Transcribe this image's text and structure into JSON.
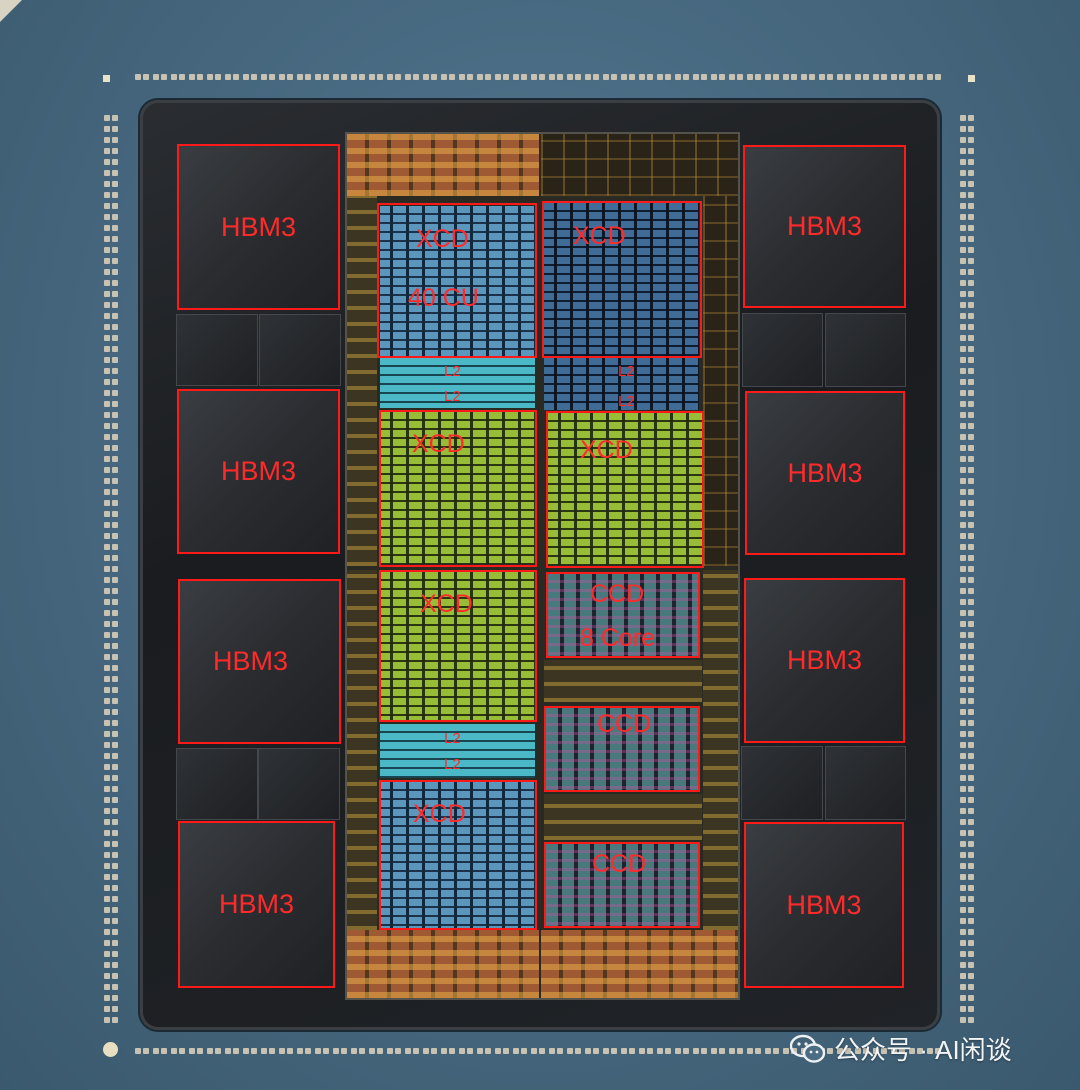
{
  "hbm_label": "HBM3",
  "xcd_label": "XCD",
  "cu_label": "40 CU",
  "l2_label": "L2",
  "ccd_label": "CCD",
  "core_label": "8 Core",
  "watermark": {
    "icon": "wechat-icon",
    "text": "公众号 · AI闲谈"
  },
  "colors": {
    "annotation": "#ff1a1a",
    "substrate": "#4f748c",
    "package": "#1f2124"
  }
}
